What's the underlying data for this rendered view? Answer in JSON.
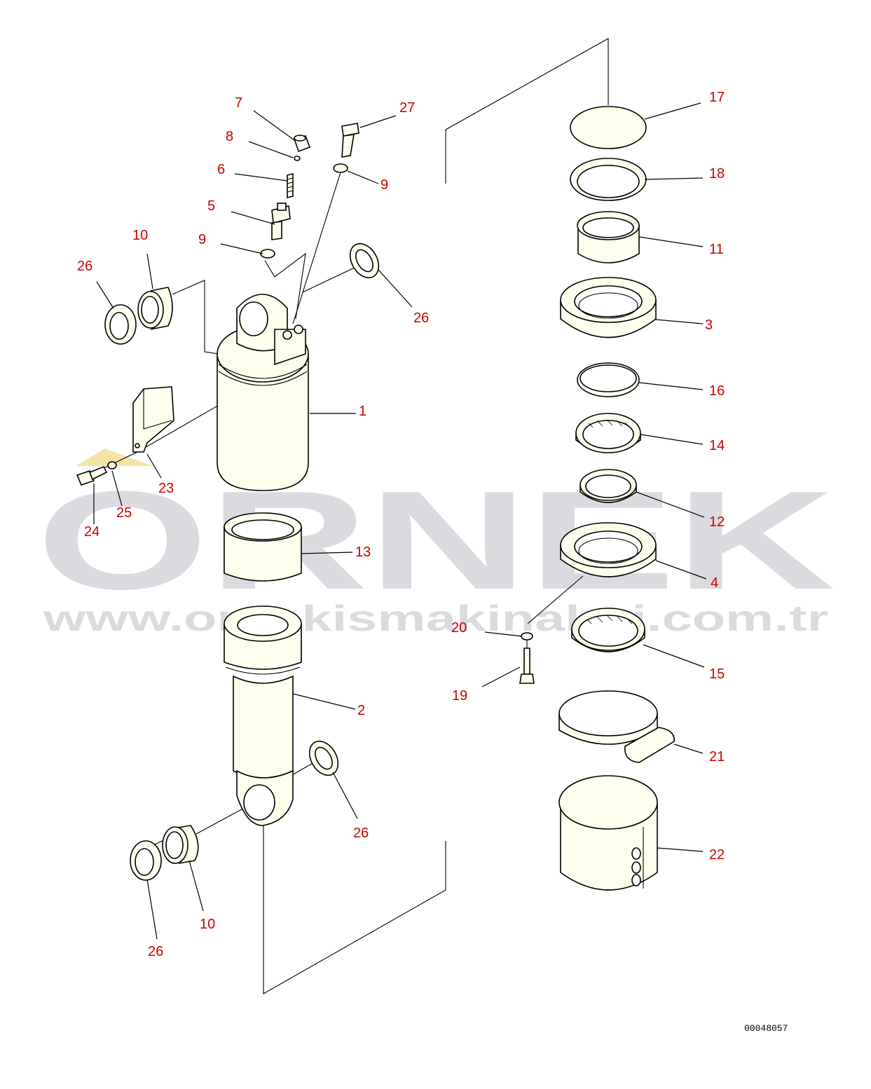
{
  "drawing_number": "00048057",
  "watermark": {
    "brand": "ORNEK",
    "url": "www.ornekismakinalari.com.tr",
    "accent_color": "#f4e4a6"
  },
  "colors": {
    "callout": "#cc0000",
    "part_fill": "#ffffee",
    "line": "#000000"
  },
  "callouts": [
    {
      "id": "c7",
      "text": "7"
    },
    {
      "id": "c27",
      "text": "27"
    },
    {
      "id": "c8",
      "text": "8"
    },
    {
      "id": "c6",
      "text": "6"
    },
    {
      "id": "c9a",
      "text": "9"
    },
    {
      "id": "c5",
      "text": "5"
    },
    {
      "id": "c9b",
      "text": "9"
    },
    {
      "id": "c10a",
      "text": "10"
    },
    {
      "id": "c26a",
      "text": "26"
    },
    {
      "id": "c26b",
      "text": "26"
    },
    {
      "id": "c1",
      "text": "1"
    },
    {
      "id": "c23",
      "text": "23"
    },
    {
      "id": "c24",
      "text": "24"
    },
    {
      "id": "c25",
      "text": "25"
    },
    {
      "id": "c13",
      "text": "13"
    },
    {
      "id": "c2",
      "text": "2"
    },
    {
      "id": "c26c",
      "text": "26"
    },
    {
      "id": "c10b",
      "text": "10"
    },
    {
      "id": "c26d",
      "text": "26"
    },
    {
      "id": "c17",
      "text": "17"
    },
    {
      "id": "c18",
      "text": "18"
    },
    {
      "id": "c11",
      "text": "11"
    },
    {
      "id": "c3",
      "text": "3"
    },
    {
      "id": "c16",
      "text": "16"
    },
    {
      "id": "c14",
      "text": "14"
    },
    {
      "id": "c12",
      "text": "12"
    },
    {
      "id": "c4",
      "text": "4"
    },
    {
      "id": "c20",
      "text": "20"
    },
    {
      "id": "c15",
      "text": "15"
    },
    {
      "id": "c19",
      "text": "19"
    },
    {
      "id": "c21",
      "text": "21"
    },
    {
      "id": "c22",
      "text": "22"
    }
  ]
}
